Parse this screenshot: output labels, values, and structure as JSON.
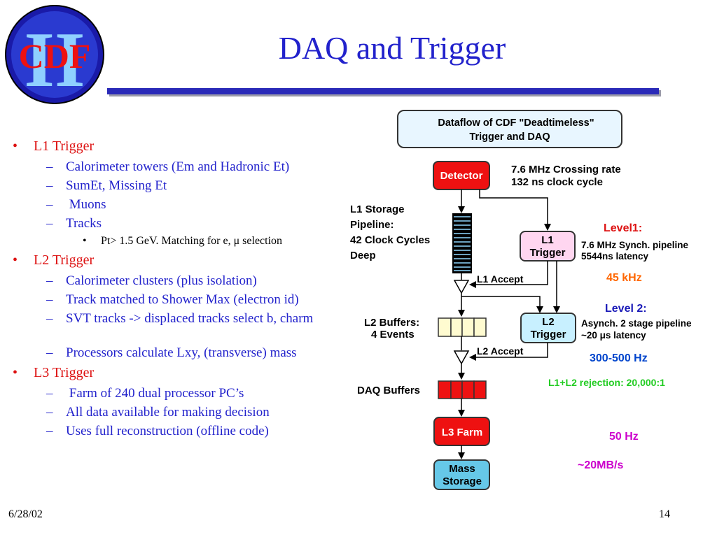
{
  "slide": {
    "title": "DAQ and Trigger",
    "date": "6/28/02",
    "page_number": "14"
  },
  "logo": {
    "text_roman": "II",
    "text": "CDF"
  },
  "bullets": {
    "l1": {
      "heading": "L1 Trigger",
      "items": [
        "Calorimeter towers (Em and Hadronic Et)",
        "SumEt, Missing Et",
        " Muons",
        "Tracks"
      ],
      "sub": "Pt> 1.5 GeV. Matching for e, μ selection"
    },
    "l2": {
      "heading": "L2 Trigger",
      "items": [
        "Calorimeter clusters (plus isolation)",
        "Track matched to Shower Max (electron id)",
        "SVT tracks -> displaced tracks select b, charm",
        "Processors calculate Lxy, (transverse) mass"
      ]
    },
    "l3": {
      "heading": "L3 Trigger",
      "items": [
        " Farm of 240 dual processor PC’s",
        "All data available for making decision",
        "Uses full reconstruction (offline code)"
      ]
    }
  },
  "diagram": {
    "header_line1": "Dataflow of CDF \"Deadtimeless\"",
    "header_line2": "Trigger and DAQ",
    "detector": "Detector",
    "crossing_rate": "7.6 MHz Crossing rate",
    "clock_cycle": "132 ns clock cycle",
    "l1_storage_1": "L1 Storage",
    "l1_storage_2": "Pipeline:",
    "l1_storage_3": "42 Clock Cycles",
    "l1_storage_4": "Deep",
    "l1_trigger_1": "L1",
    "l1_trigger_2": "Trigger",
    "level1_title": "Level1:",
    "level1_desc1": "7.6 MHz Synch. pipeline",
    "level1_desc2": "5544ns latency",
    "rate_l1": "45 kHz",
    "l1_accept": "L1 Accept",
    "level2_title": "Level 2:",
    "level2_desc1": "Asynch. 2 stage pipeline",
    "level2_desc2": "~20 μs latency",
    "l2_buffers_1": "L2 Buffers:",
    "l2_buffers_2": "4 Events",
    "l2_trigger_1": "L2",
    "l2_trigger_2": "Trigger",
    "l2_accept": "L2 Accept",
    "rate_l2": "300-500 Hz",
    "daq_buffers": "DAQ Buffers",
    "rejection": "L1+L2 rejection:  20,000:1",
    "l3_farm": "L3 Farm",
    "rate_l3": "50 Hz",
    "mass_storage_1": "Mass",
    "mass_storage_2": "Storage",
    "bandwidth": "~20MB/s"
  },
  "colors": {
    "title_blue": "#2222cc",
    "bullet_red": "#dd1111",
    "detector_red": "#ee1111",
    "trigger_pink": "#ffd6f0",
    "l2_cyan": "#c8f0ff",
    "storage_cyan": "#66c8e8",
    "buffer_yellow": "#fffbd0",
    "level_title_red": "#dd1111",
    "rate_orange": "#ff6600",
    "rate_blue": "#0044cc",
    "rejection_green": "#22cc22",
    "rate_magenta": "#cc00cc"
  }
}
